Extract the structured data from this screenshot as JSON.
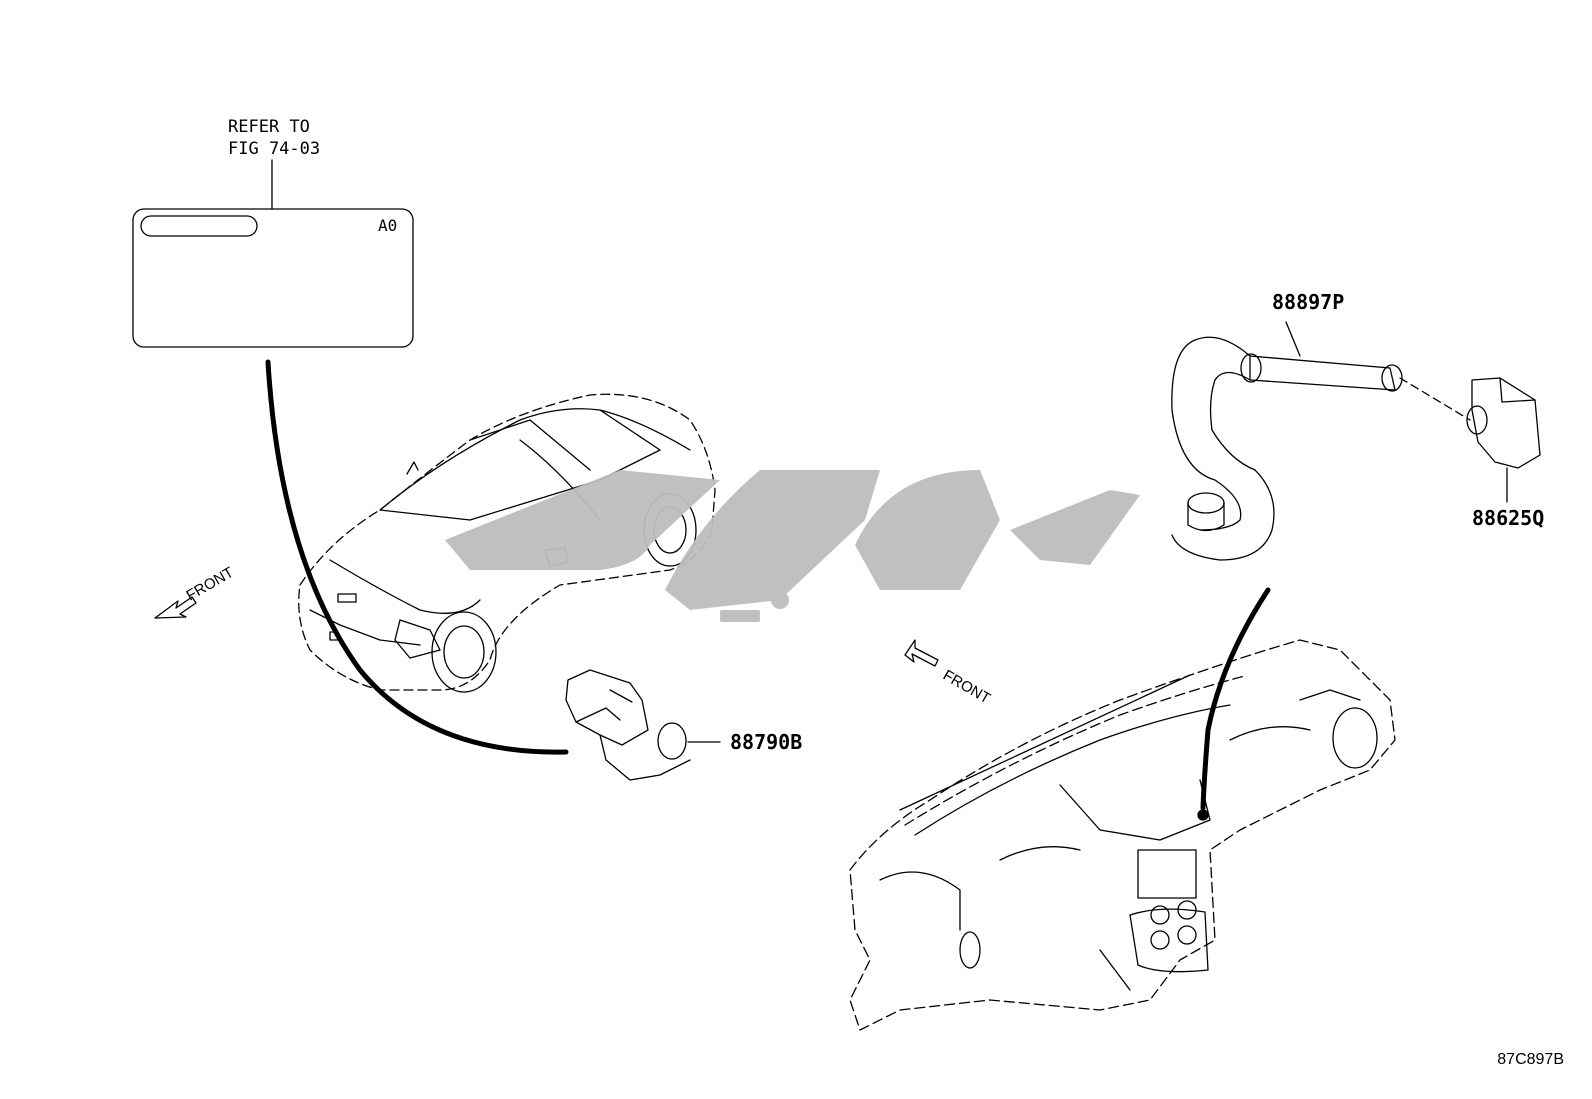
{
  "reference": {
    "line1": "REFER TO",
    "line2": "FIG 74-03"
  },
  "box_tag": "A0",
  "front_label": "FRONT",
  "parts": [
    {
      "id": "88897P"
    },
    {
      "id": "88625Q"
    },
    {
      "id": "88790B"
    }
  ],
  "drawing_code": "87C897B",
  "watermark": {
    "color": "#bdbdbd"
  }
}
